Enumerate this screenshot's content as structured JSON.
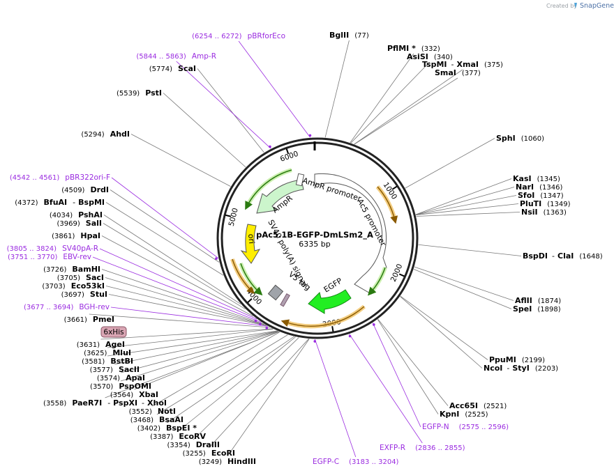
{
  "credit": {
    "prefix": "Created by",
    "brand": "SnapGene"
  },
  "plasmid": {
    "name": "pAc5.1B-EGFP-DmLSm2_A",
    "length_label": "6335 bp",
    "length": 6335
  },
  "ticks": [
    {
      "bp": 1000,
      "label": "1000"
    },
    {
      "bp": 2000,
      "label": "2000"
    },
    {
      "bp": 3000,
      "label": "3000"
    },
    {
      "bp": 4000,
      "label": "4000"
    },
    {
      "bp": 5000,
      "label": "5000"
    },
    {
      "bp": 6000,
      "label": "6000"
    }
  ],
  "sites": [
    {
      "name": "BglII",
      "pos": "(77)",
      "bp": 77
    },
    {
      "name": "PflMI *",
      "pos": "(332)",
      "bp": 332
    },
    {
      "name": "AsiSI",
      "pos": "(340)",
      "bp": 340
    },
    {
      "name": "TspMI",
      "pos": "(375)",
      "bp": 375,
      "alt": "XmaI"
    },
    {
      "name": "SmaI",
      "pos": "(377)",
      "bp": 377
    },
    {
      "name": "SphI",
      "pos": "(1060)",
      "bp": 1060
    },
    {
      "name": "KasI",
      "pos": "(1345)",
      "bp": 1345
    },
    {
      "name": "NarI",
      "pos": "(1346)",
      "bp": 1346
    },
    {
      "name": "SfoI",
      "pos": "(1347)",
      "bp": 1347
    },
    {
      "name": "PluTI",
      "pos": "(1349)",
      "bp": 1349
    },
    {
      "name": "NsiI",
      "pos": "(1363)",
      "bp": 1363
    },
    {
      "name": "BspDI",
      "pos": "(1648)",
      "bp": 1648,
      "alt": "ClaI"
    },
    {
      "name": "AflII",
      "pos": "(1874)",
      "bp": 1874
    },
    {
      "name": "SpeI",
      "pos": "(1898)",
      "bp": 1898
    },
    {
      "name": "PpuMI",
      "pos": "(2199)",
      "bp": 2199
    },
    {
      "name": "NcoI",
      "pos": "(2203)",
      "bp": 2203,
      "alt": "StyI"
    },
    {
      "name": "Acc65I",
      "pos": "(2521)",
      "bp": 2521
    },
    {
      "name": "KpnI",
      "pos": "(2525)",
      "bp": 2525
    },
    {
      "name": "HindIII",
      "pos": "(3249)",
      "bp": 3249
    },
    {
      "name": "EcoRI",
      "pos": "(3255)",
      "bp": 3255
    },
    {
      "name": "DraIII",
      "pos": "(3354)",
      "bp": 3354
    },
    {
      "name": "EcoRV",
      "pos": "(3387)",
      "bp": 3387
    },
    {
      "name": "BspEI *",
      "pos": "(3402)",
      "bp": 3402
    },
    {
      "name": "BsaAI",
      "pos": "(3468)",
      "bp": 3468
    },
    {
      "name": "NotI",
      "pos": "(3552)",
      "bp": 3552
    },
    {
      "name": "PaeR7I",
      "pos": "(3558)",
      "bp": 3558,
      "alt": "PspXI",
      "alt2": "XhoI"
    },
    {
      "name": "XbaI",
      "pos": "(3564)",
      "bp": 3564
    },
    {
      "name": "PspOMI",
      "pos": "(3570)",
      "bp": 3570
    },
    {
      "name": "ApaI",
      "pos": "(3574)",
      "bp": 3574
    },
    {
      "name": "SacII",
      "pos": "(3577)",
      "bp": 3577
    },
    {
      "name": "BstBI",
      "pos": "(3581)",
      "bp": 3581
    },
    {
      "name": "MluI",
      "pos": "(3625)",
      "bp": 3625
    },
    {
      "name": "AgeI",
      "pos": "(3631)",
      "bp": 3631
    },
    {
      "name": "PmeI",
      "pos": "(3661)",
      "bp": 3661
    },
    {
      "name": "StuI",
      "pos": "(3697)",
      "bp": 3697
    },
    {
      "name": "Eco53kI",
      "pos": "(3703)",
      "bp": 3703
    },
    {
      "name": "SacI",
      "pos": "(3705)",
      "bp": 3705
    },
    {
      "name": "BamHI",
      "pos": "(3726)",
      "bp": 3726
    },
    {
      "name": "HpaI",
      "pos": "(3861)",
      "bp": 3861
    },
    {
      "name": "SalI",
      "pos": "(3969)",
      "bp": 3969
    },
    {
      "name": "PshAI",
      "pos": "(4034)",
      "bp": 4034
    },
    {
      "name": "BspMI",
      "pos": "(4372)",
      "bp": 4372,
      "prefix": "BfuAI"
    },
    {
      "name": "DrdI",
      "pos": "(4509)",
      "bp": 4509
    },
    {
      "name": "AhdI",
      "pos": "(5294)",
      "bp": 5294
    },
    {
      "name": "PstI",
      "pos": "(5539)",
      "bp": 5539
    },
    {
      "name": "ScaI",
      "pos": "(5774)",
      "bp": 5774
    }
  ],
  "primers": [
    {
      "name": "pBRforEco",
      "range": "(6254 .. 6272)",
      "bp": 6263
    },
    {
      "name": "Amp-R",
      "range": "(5844 .. 5863)",
      "bp": 5853
    },
    {
      "name": "pBR322ori-F",
      "range": "(4542 .. 4561)",
      "bp": 4551
    },
    {
      "name": "SV40pA-R",
      "range": "(3805 .. 3824)",
      "bp": 3814
    },
    {
      "name": "EBV-rev",
      "range": "(3751 .. 3770)",
      "bp": 3760
    },
    {
      "name": "BGH-rev",
      "range": "(3677 .. 3694)",
      "bp": 3685
    },
    {
      "name": "EGFP-N",
      "range": "(2575 .. 2596)",
      "bp": 2585
    },
    {
      "name": "EXFP-R",
      "range": "(2836 .. 2855)",
      "bp": 2845
    },
    {
      "name": "EGFP-C",
      "range": "(3183 .. 3204)",
      "bp": 3193
    }
  ],
  "features": [
    {
      "name": "AmpR promoter",
      "color": "#ffffff"
    },
    {
      "name": "Ac5 promoter",
      "color": "#ffffff"
    },
    {
      "name": "AmpR",
      "color": "#ccf5cc"
    },
    {
      "name": "ori",
      "color": "#ffee00"
    },
    {
      "name": "SV40 poly(A) signal",
      "color": "#ffffff"
    },
    {
      "name": "V5 tag",
      "color": "#b0a0b0"
    },
    {
      "name": "EGFP",
      "color": "#22ee22"
    },
    {
      "name": "6xHis",
      "color": "#d9a5b3"
    }
  ],
  "colors": {
    "primer": "#9a2be0",
    "orf_halo": "#f0c060",
    "green_orf": "#55cc33"
  }
}
